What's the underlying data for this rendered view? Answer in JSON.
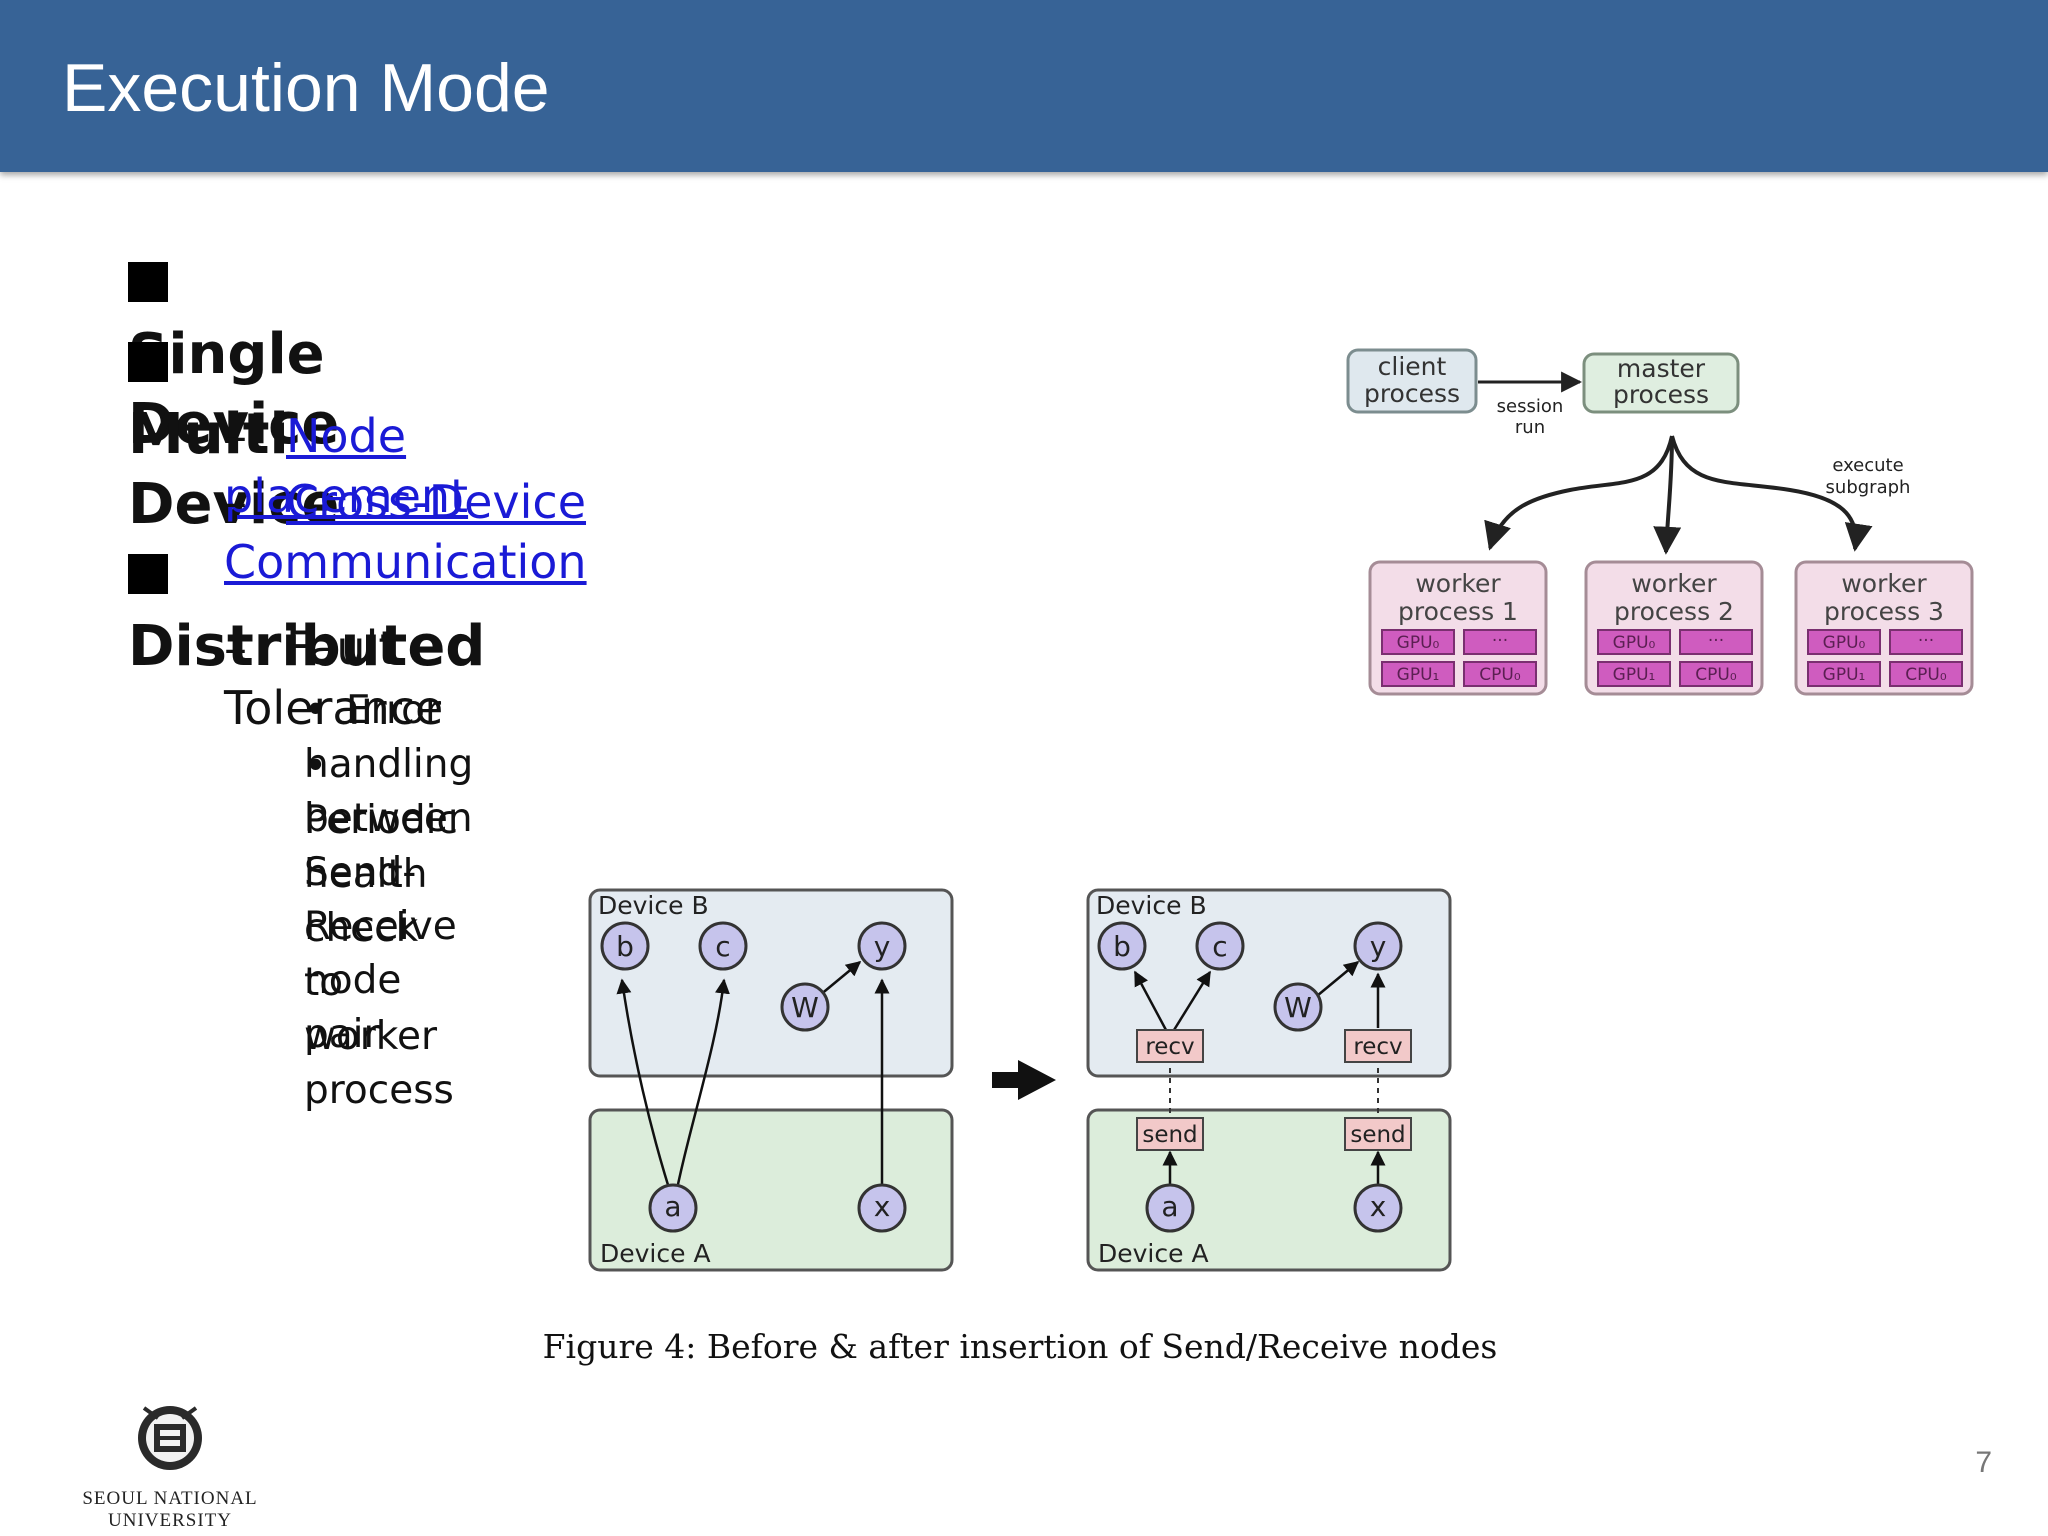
{
  "slide": {
    "title": "Execution Mode",
    "page_number": "7"
  },
  "bullets": {
    "single_device": "Single Device",
    "multi_device": "Multi Device",
    "node_placement": "Node placement",
    "cross_device": "Cross-Device Communication",
    "distributed": "Distributed",
    "fault_tolerance": "Fault Tolerance",
    "error_handling": "Error handling between Send-Receive node pair",
    "health_check": "Periodic health check to worker process",
    "dash": "–",
    "dot": "•"
  },
  "process_diagram": {
    "client_line1": "client",
    "client_line2": "process",
    "master_line1": "master",
    "master_line2": "process",
    "session_line1": "session",
    "session_line2": "run",
    "execute_line1": "execute",
    "execute_line2": "subgraph",
    "workers": [
      {
        "line1": "worker",
        "line2": "process 1",
        "gpu0": "GPU₀",
        "dots": "···",
        "gpu1": "GPU₁",
        "cpu": "CPU₀"
      },
      {
        "line1": "worker",
        "line2": "process 2",
        "gpu0": "GPU₀",
        "dots": "···",
        "gpu1": "GPU₁",
        "cpu": "CPU₀"
      },
      {
        "line1": "worker",
        "line2": "process 3",
        "gpu0": "GPU₀",
        "dots": "···",
        "gpu1": "GPU₁",
        "cpu": "CPU₀"
      }
    ],
    "colors": {
      "client_fill": "#dfe8ee",
      "master_fill": "#dfeee0",
      "worker_fill": "#f3dde8",
      "chip_fill": "#cf5cbf"
    }
  },
  "figure4": {
    "device_b": "Device B",
    "device_a": "Device A",
    "node_b": "b",
    "node_c": "c",
    "node_y": "y",
    "node_w": "W",
    "node_a": "a",
    "node_x": "x",
    "recv": "recv",
    "send": "send",
    "caption": "Figure 4: Before & after insertion of Send/Receive nodes",
    "colors": {
      "device_b_fill": "#e4ebf1",
      "device_a_fill": "#dceddb",
      "node_fill": "#c6c4ec",
      "recv_send_fill": "#f2c9c9"
    }
  },
  "logo": {
    "university": "SEOUL NATIONAL UNIVERSITY"
  }
}
